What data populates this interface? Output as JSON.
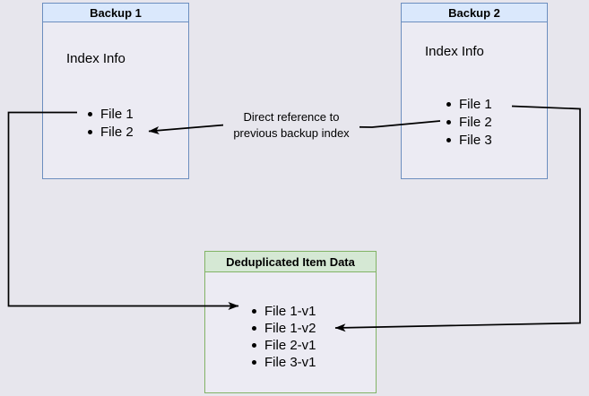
{
  "backup1": {
    "title": "Backup 1",
    "subtitle": "Index Info",
    "files": [
      "File 1",
      "File 2"
    ]
  },
  "backup2": {
    "title": "Backup 2",
    "subtitle": "Index Info",
    "files": [
      "File 1",
      "File 2",
      "File 3"
    ]
  },
  "dedup": {
    "title": "Deduplicated Item Data",
    "files": [
      "File 1-v1",
      "File 1-v2",
      "File 2-v1",
      "File 3-v1"
    ]
  },
  "annotation": {
    "line1": "Direct reference to",
    "line2": "previous backup index"
  },
  "arrows": [
    {
      "from": "Backup 1 / File 1",
      "to": "Deduplicated Item Data / File 1-v1"
    },
    {
      "from": "Backup 2 / File 1",
      "to": "Deduplicated Item Data / File 1-v2"
    },
    {
      "from": "Backup 2 / File 2",
      "to": "Backup 1 / File 2",
      "label": "Direct reference to previous backup index"
    }
  ],
  "colors": {
    "canvas_bg": "#e7e6ed",
    "node_body_fill": "#ecebf3",
    "blue_header_fill": "#dae8fc",
    "blue_border": "#6c8ebf",
    "green_header_fill": "#d5e8d4",
    "green_border": "#82b366",
    "arrow": "#000000",
    "text": "#000000"
  }
}
